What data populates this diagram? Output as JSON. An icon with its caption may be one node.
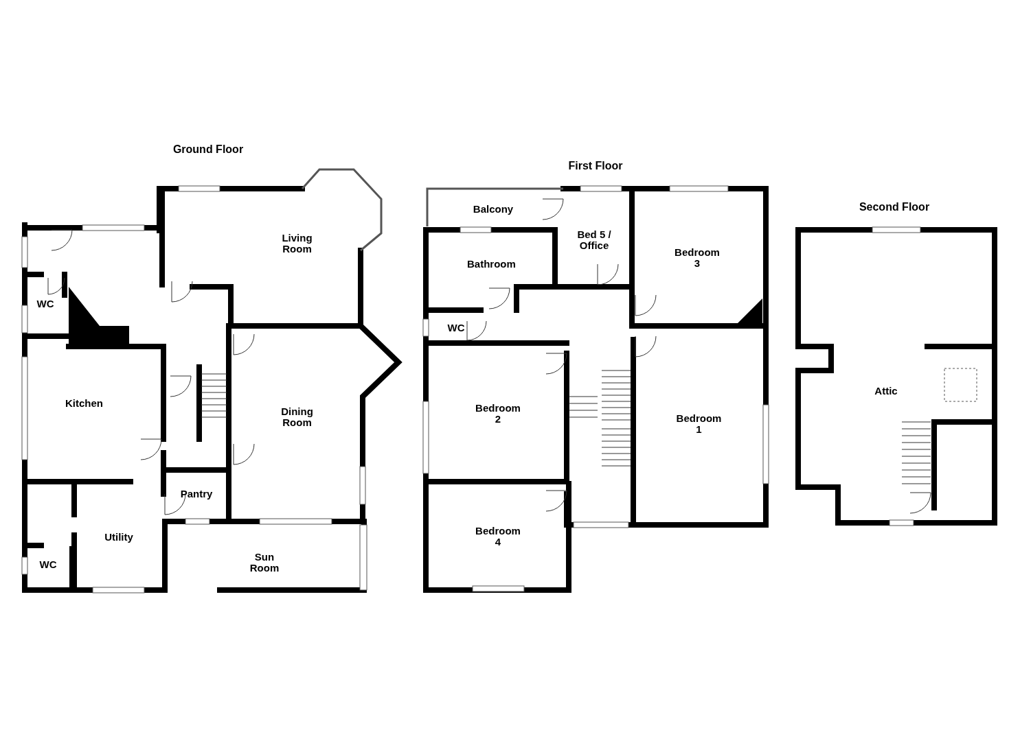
{
  "diagram": {
    "nodes": [
      {
        "text": [
          "Ground Floor"
        ]
      },
      {
        "text": [
          "Living Room"
        ],
        "in": 0
      },
      {
        "text": [
          "WC"
        ],
        "in": 0
      },
      {
        "text": [
          "Kitchen"
        ],
        "in": 0
      },
      {
        "text": [
          "Dining Room"
        ],
        "in": 0
      },
      {
        "text": [
          "Pantry"
        ],
        "in": 0
      },
      {
        "text": [
          "Utility"
        ],
        "in": 0
      },
      {
        "text": [
          "WC"
        ],
        "in": 0
      },
      {
        "text": [
          "Sun Room"
        ],
        "in": 0
      },
      {
        "text": [
          "First Floor"
        ]
      },
      {
        "text": [
          "Balcony"
        ],
        "in": 9
      },
      {
        "text": [
          "Bed 5 / Office"
        ],
        "in": 9
      },
      {
        "text": [
          "Bathroom"
        ],
        "in": 9
      },
      {
        "text": [
          "WC"
        ],
        "in": 9
      },
      {
        "text": [
          "Bedroom 3"
        ],
        "in": 9
      },
      {
        "text": [
          "Bedroom 2"
        ],
        "in": 9
      },
      {
        "text": [
          "Bedroom 1"
        ],
        "in": 9
      },
      {
        "text": [
          "Bedroom 4"
        ],
        "in": 9
      },
      {
        "text": [
          "Second Floor"
        ]
      },
      {
        "text": [
          "Attic"
        ],
        "in": 18
      }
    ]
  }
}
